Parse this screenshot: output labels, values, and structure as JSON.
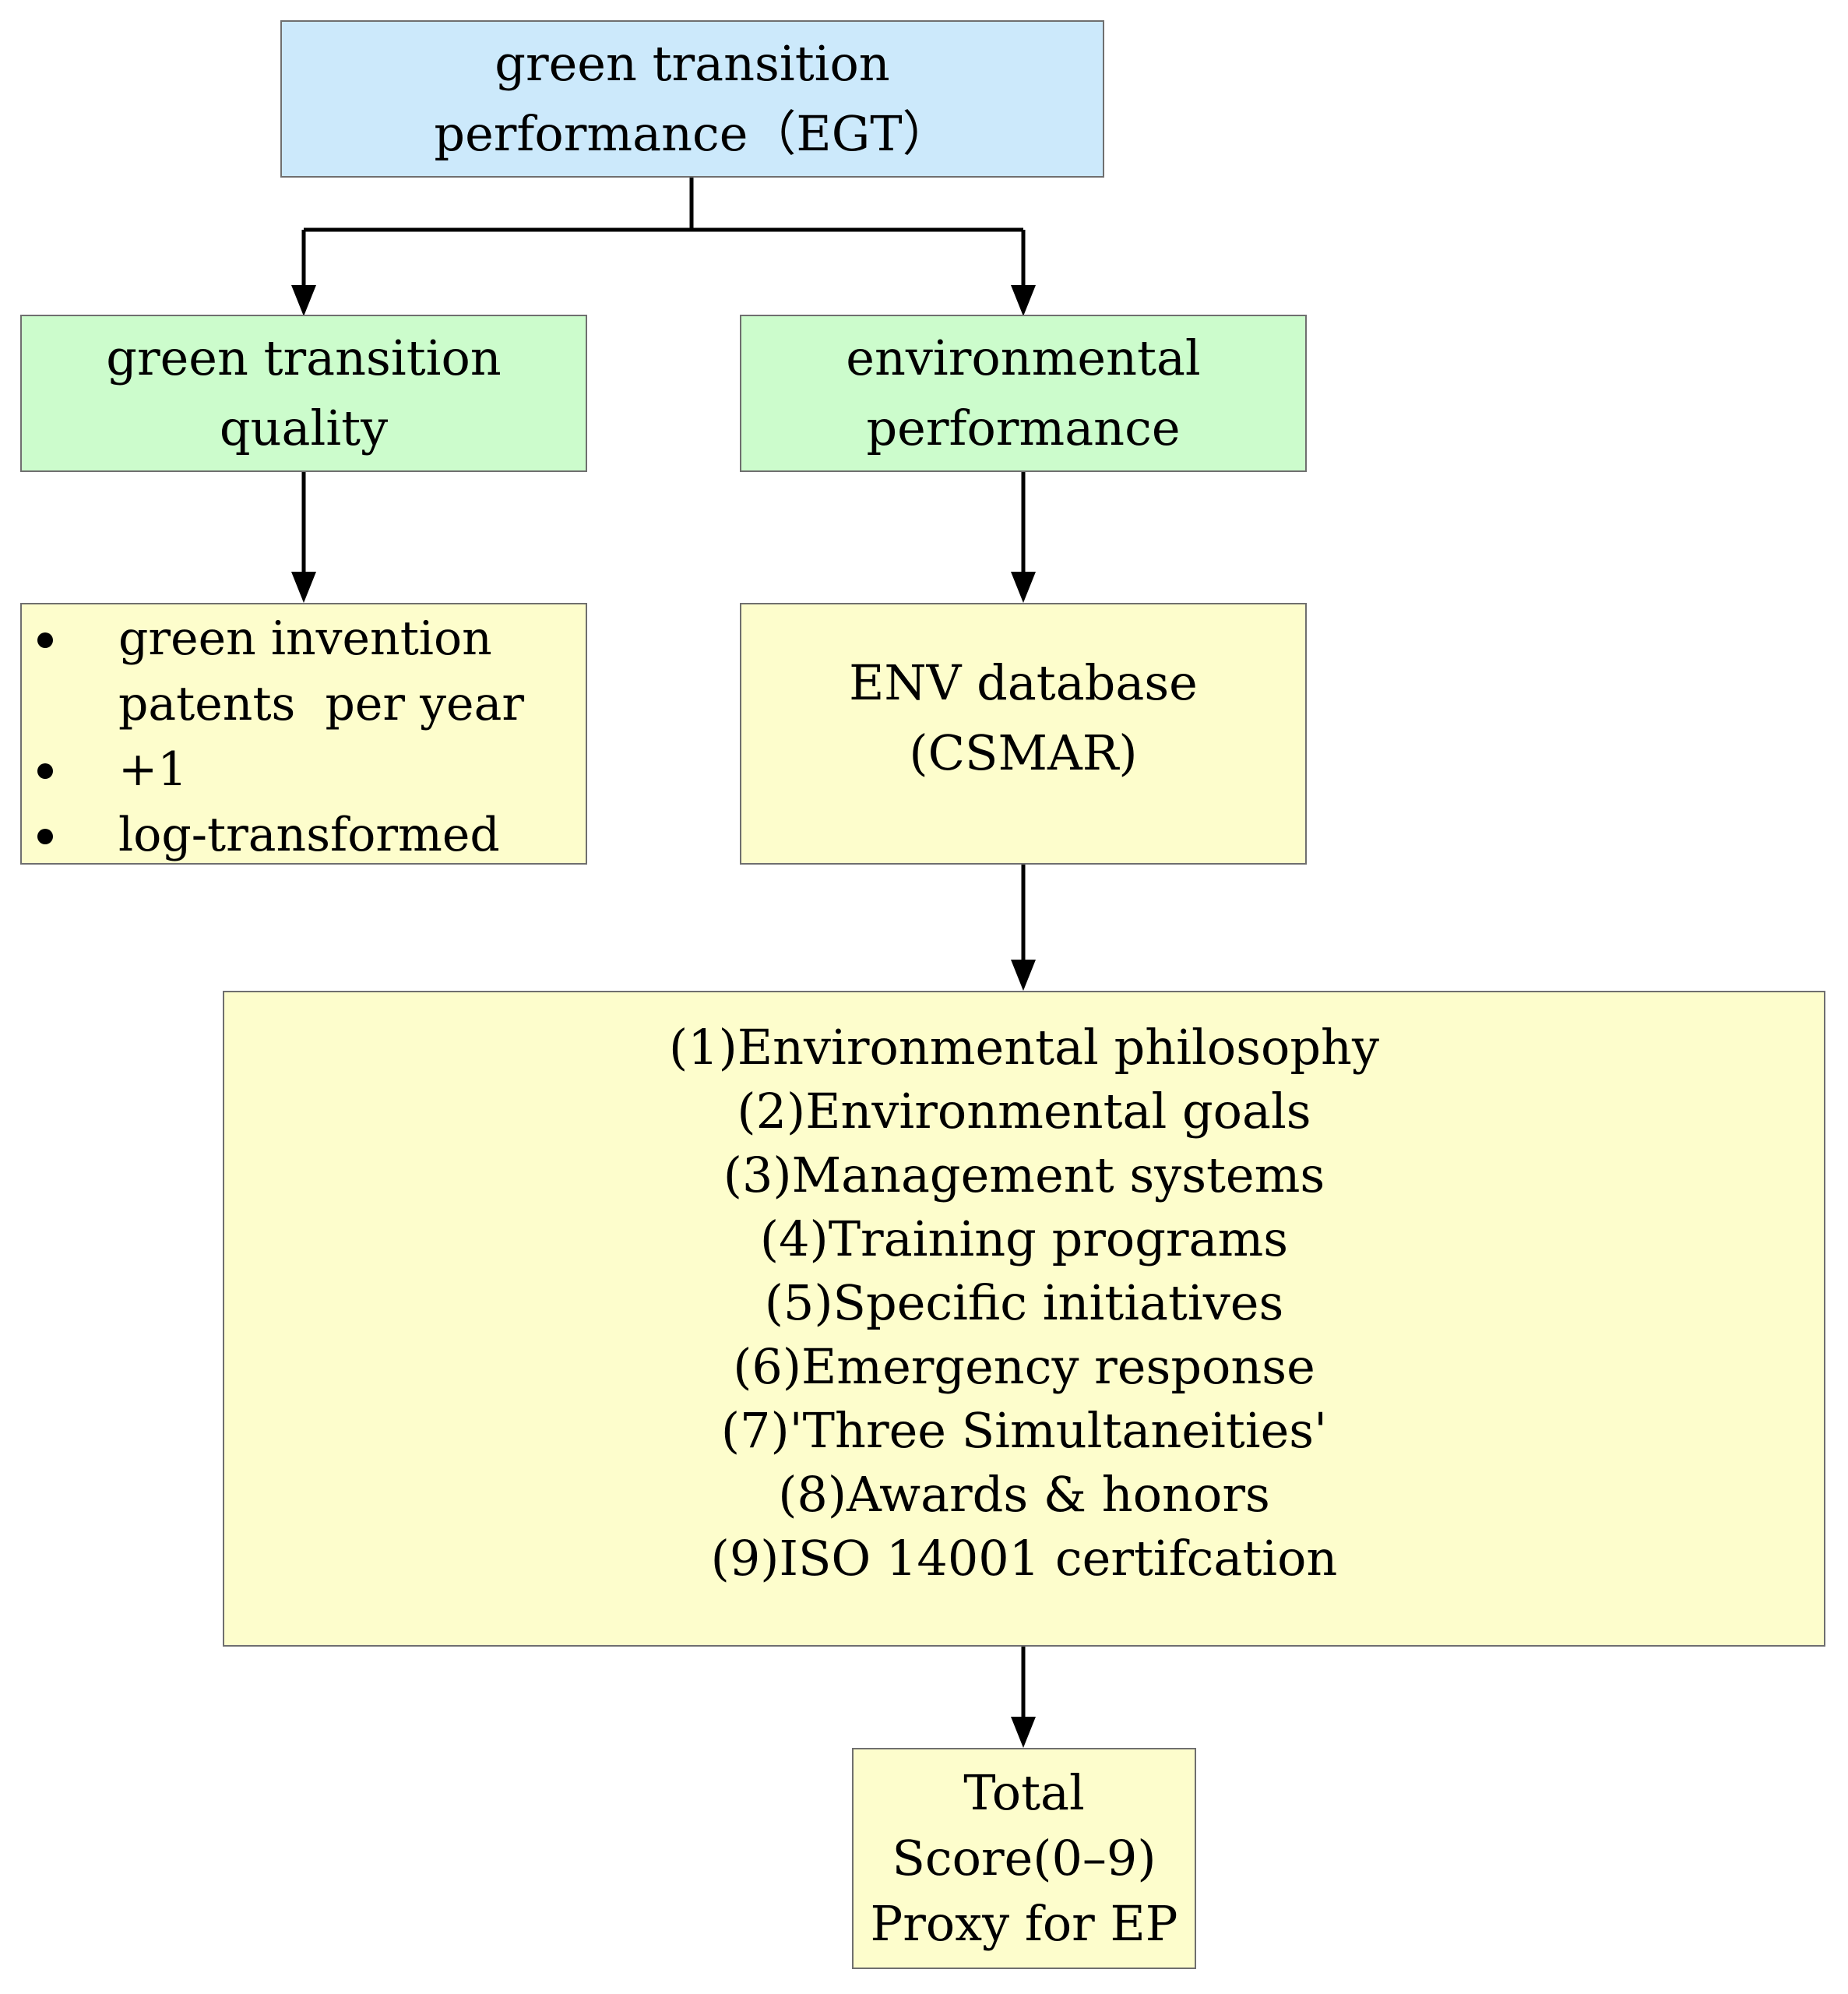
{
  "nodes": {
    "egt": {
      "lines": [
        "green transition",
        "performance（EGT）"
      ]
    },
    "quality": {
      "lines": [
        "green transition",
        "quality"
      ]
    },
    "environmental": {
      "lines": [
        "environmental",
        "performance"
      ]
    },
    "patents": {
      "items": [
        {
          "bullet": true,
          "text": "green invention"
        },
        {
          "bullet": false,
          "text": "patents  per year"
        },
        {
          "bullet": true,
          "text": "+1"
        },
        {
          "bullet": true,
          "text": "log-transformed"
        }
      ]
    },
    "env_db": {
      "lines": [
        "ENV database",
        "(CSMAR)"
      ]
    },
    "indicators": {
      "lines": [
        "(1)Environmental philosophy",
        "(2)Environmental goals",
        "(3)Management systems",
        "(4)Training programs",
        "(5)Specific initiatives",
        "(6)Emergency response",
        "(7)'Three Simultaneities'",
        "(8)Awards & honors",
        "(9)ISO 14001 certifcation"
      ]
    },
    "total": {
      "lines": [
        "Total",
        "Score(0–9)",
        "Proxy for EP"
      ]
    }
  },
  "colors": {
    "blue_fill": "#cce9fb",
    "green_fill": "#ccfccc",
    "yellow_fill": "#fdfdcc",
    "border": "#6f6f6f",
    "arrow": "#000000"
  }
}
